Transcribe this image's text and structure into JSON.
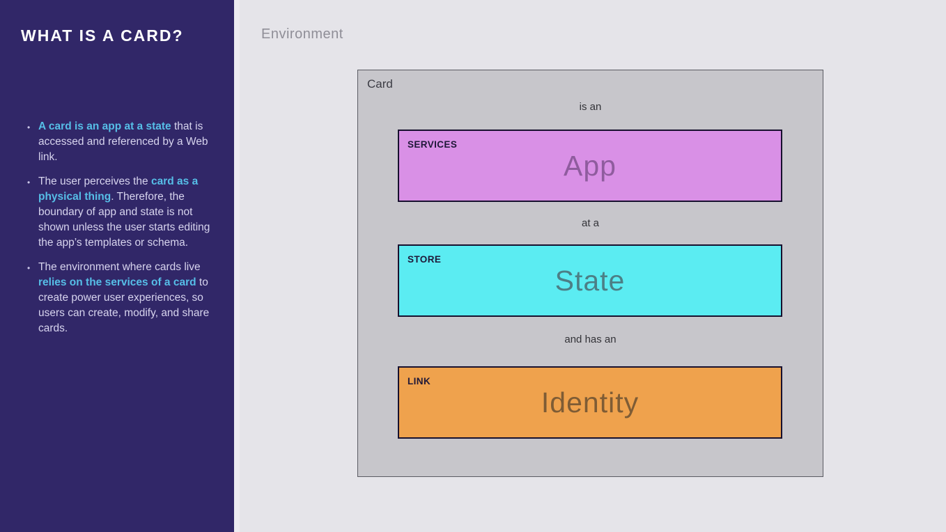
{
  "slide": {
    "title": "WHAT IS A CARD?",
    "bullet_char": "•",
    "bullets": [
      {
        "segments": [
          {
            "text": "A card is an app at a state",
            "highlight": true
          },
          {
            "text": " that is accessed and referenced by a Web link.",
            "highlight": false
          }
        ]
      },
      {
        "segments": [
          {
            "text": "The user perceives the ",
            "highlight": false
          },
          {
            "text": "card as a physical thing",
            "highlight": true
          },
          {
            "text": ". Therefore, the boundary of app and state is not shown unless the user starts editing the app’s templates or schema.",
            "highlight": false
          }
        ]
      },
      {
        "segments": [
          {
            "text": "The environment where cards live ",
            "highlight": false
          },
          {
            "text": "relies on the services of a card",
            "highlight": true
          },
          {
            "text": " to create power user experiences, so users can create, modify, and share cards.",
            "highlight": false
          }
        ]
      }
    ]
  },
  "diagram": {
    "environment_label": "Environment",
    "card_label": "Card",
    "rows": [
      {
        "connector": "is an",
        "tag": "SERVICES",
        "word": "App",
        "fill": "#D990E6",
        "word_color": "#8F5C9E"
      },
      {
        "connector": "at a",
        "tag": "STORE",
        "word": "State",
        "fill": "#5BECF2",
        "word_color": "#4C7F86"
      },
      {
        "connector": "and has an",
        "tag": "LINK",
        "word": "Identity",
        "fill": "#EFA24D",
        "word_color": "#7E5C35"
      }
    ]
  },
  "colors": {
    "sidebar_bg": "#312768",
    "sidebar_title": "#FFFFFF",
    "highlight_blue": "#56BEE7",
    "body_text": "#D7D4EE",
    "main_bg": "#E5E4E9",
    "card_fill": "#C7C6CB",
    "card_border": "#5A5A62",
    "box_border": "#17102E",
    "connector_text": "#333338",
    "label_text": "#8F8E97"
  }
}
